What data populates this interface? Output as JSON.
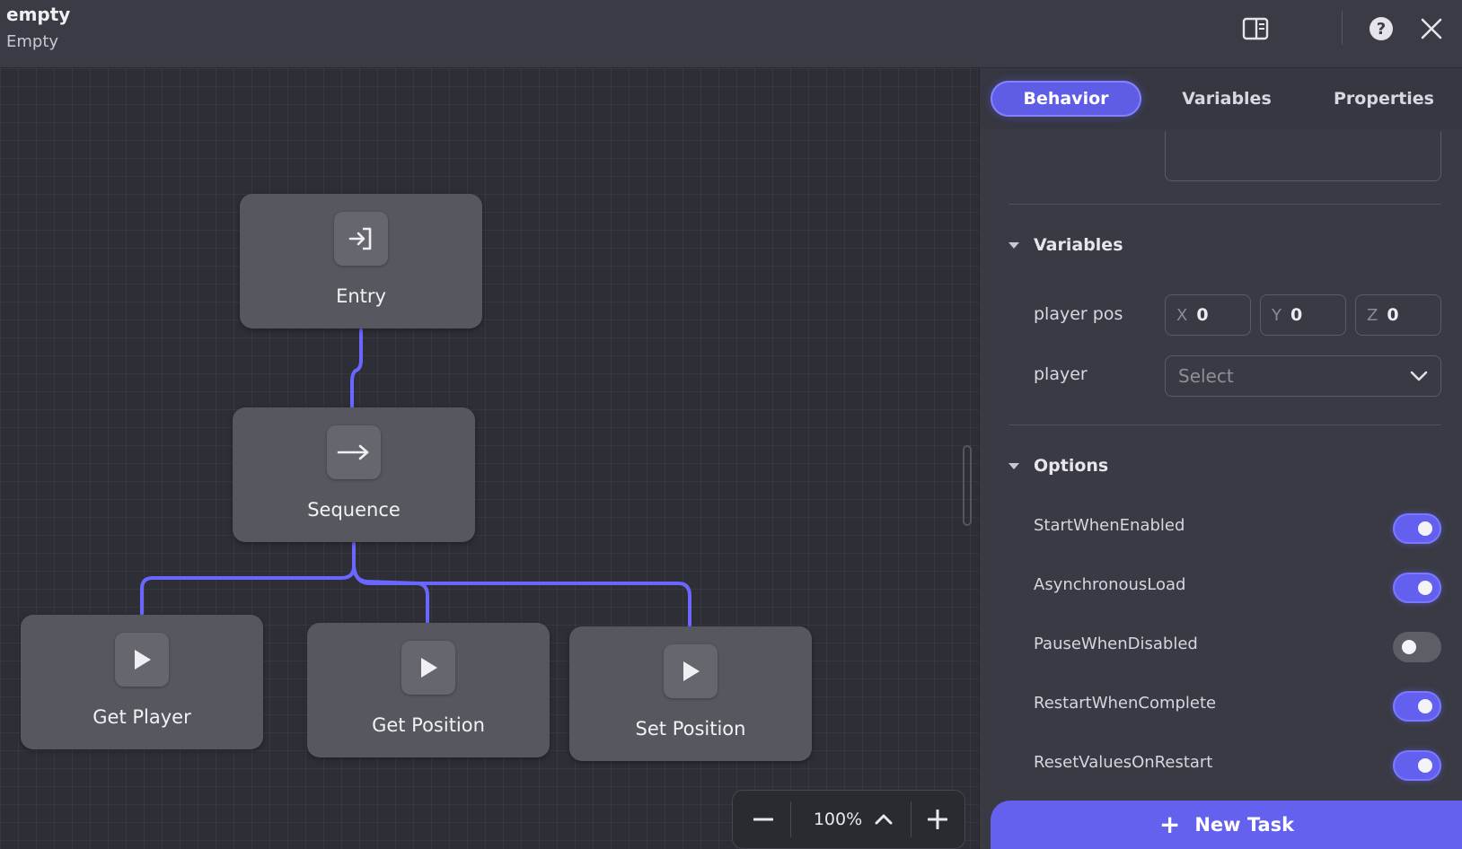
{
  "window": {
    "title": "empty",
    "subtitle": "Empty",
    "toolbar_icons": [
      "panel-toggle-icon",
      "help-icon",
      "close-icon"
    ]
  },
  "canvas": {
    "nodes": [
      {
        "id": "entry",
        "label": "Entry",
        "icon": "entry-icon"
      },
      {
        "id": "sequence",
        "label": "Sequence",
        "icon": "arrow-right-icon"
      },
      {
        "id": "get-player",
        "label": "Get Player",
        "icon": "play-icon"
      },
      {
        "id": "get-position",
        "label": "Get Position",
        "icon": "play-icon"
      },
      {
        "id": "set-position",
        "label": "Set Position",
        "icon": "play-icon"
      }
    ],
    "connector_color": "#6a66ff",
    "zoom": "100%"
  },
  "panel": {
    "tabs": [
      {
        "label": "Behavior",
        "active": true
      },
      {
        "label": "Variables",
        "active": false
      },
      {
        "label": "Properties",
        "active": false
      }
    ],
    "variables_section": {
      "title": "Variables",
      "fields": {
        "player_pos": {
          "label": "player pos",
          "x_axis": "X",
          "x": "0",
          "y_axis": "Y",
          "y": "0",
          "z_axis": "Z",
          "z": "0"
        },
        "player": {
          "label": "player",
          "placeholder": "Select"
        }
      }
    },
    "options_section": {
      "title": "Options",
      "options": [
        {
          "label": "StartWhenEnabled",
          "on": true
        },
        {
          "label": "AsynchronousLoad",
          "on": true
        },
        {
          "label": "PauseWhenDisabled",
          "on": false
        },
        {
          "label": "RestartWhenComplete",
          "on": true
        },
        {
          "label": "ResetValuesOnRestart",
          "on": true
        }
      ]
    },
    "new_task_label": "New Task"
  },
  "colors": {
    "accent": "#6461ee",
    "background": "#2e2f36",
    "panel": "#393a43",
    "node": "#57585f"
  }
}
